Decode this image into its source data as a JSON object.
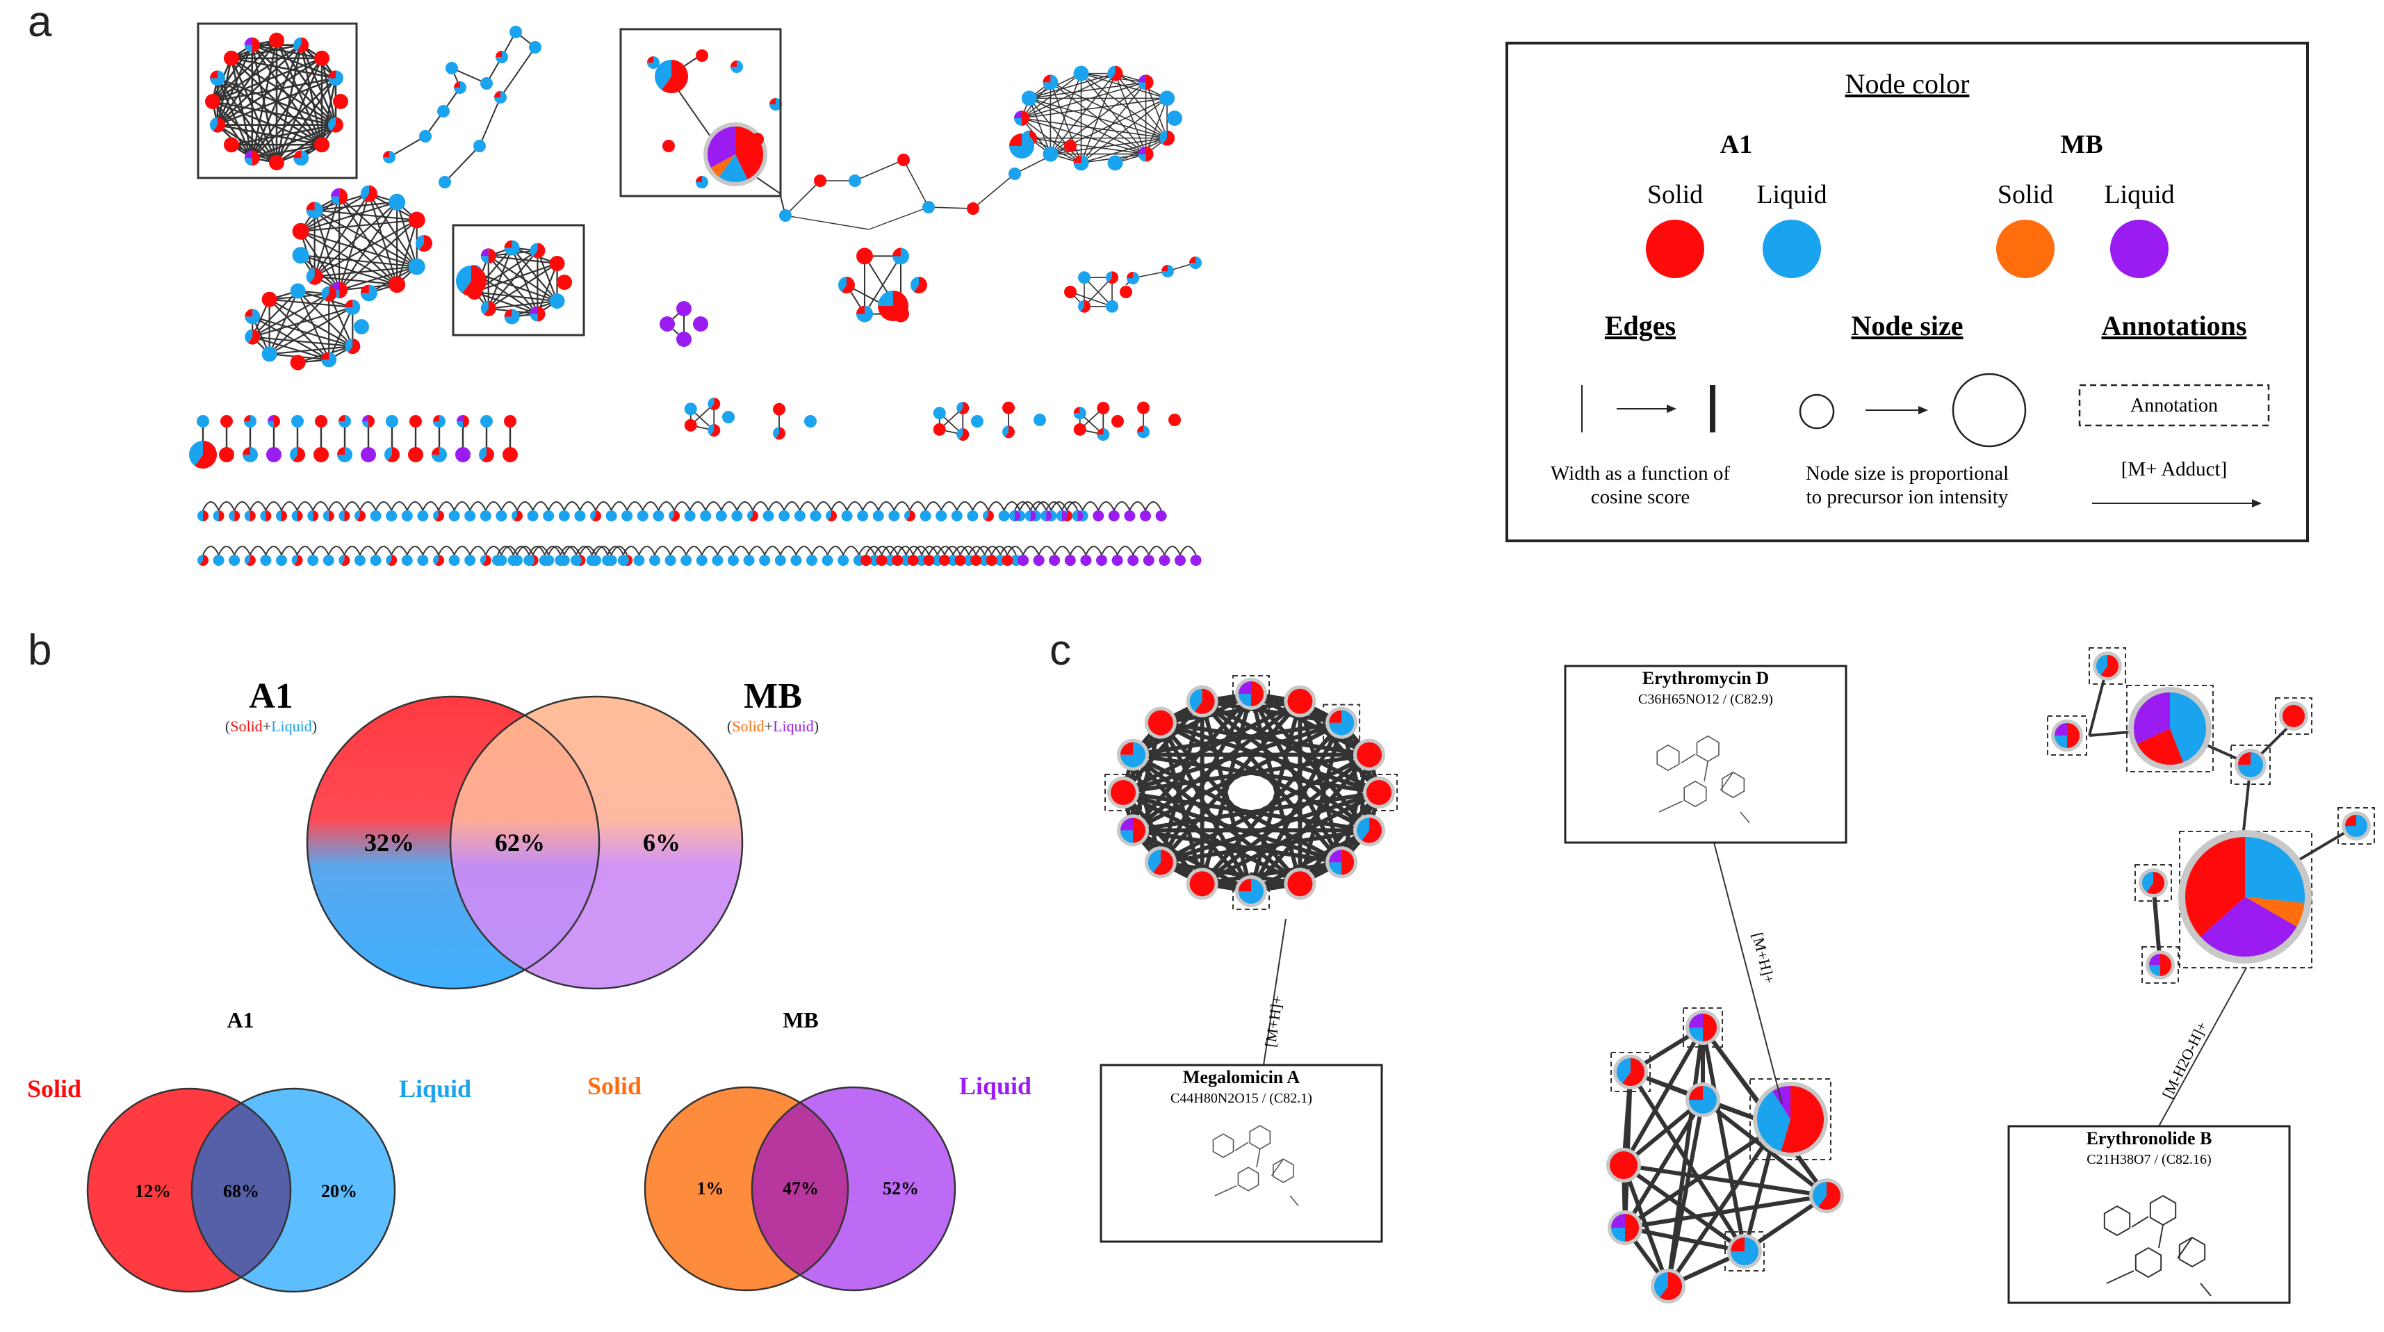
{
  "panels": {
    "a": "a",
    "b": "b",
    "c": "c"
  },
  "colors": {
    "a1_solid": "#ff0a0a",
    "a1_liquid": "#1aa3ee",
    "mb_solid": "#ff6d0c",
    "mb_liquid": "#9a1cf0",
    "edge": "#333333",
    "box": "#333333"
  },
  "legend": {
    "node_color_title": "Node color",
    "group_a1": "A1",
    "group_mb": "MB",
    "solid": "Solid",
    "liquid": "Liquid",
    "edges_title": "Edges",
    "node_size_title": "Node size",
    "annotations_title": "Annotations",
    "edges_caption_1": "Width as a function of",
    "edges_caption_2": "cosine score",
    "size_caption_1": "Node size is proportional",
    "size_caption_2": "to precursor ion intensity",
    "annotation_box_label": "Annotation",
    "adduct_label": "[M+ Adduct]"
  },
  "venn": {
    "top": {
      "left_title": "A1",
      "left_sub_solid": "Solid",
      "left_sub_plus": "+",
      "left_sub_liquid": "Liquid",
      "right_title": "MB",
      "right_sub_solid": "Solid",
      "right_sub_plus": "+",
      "right_sub_liquid": "Liquid",
      "left_only": "32%",
      "overlap": "62%",
      "right_only": "6%"
    },
    "a1": {
      "title": "A1",
      "left_label": "Solid",
      "right_label": "Liquid",
      "left_only": "12%",
      "overlap": "68%",
      "right_only": "20%"
    },
    "mb": {
      "title": "MB",
      "left_label": "Solid",
      "right_label": "Liquid",
      "left_only": "1%",
      "overlap": "47%",
      "right_only": "52%"
    }
  },
  "annotations": {
    "megalomicin": {
      "name": "Megalomicin A",
      "formula": "C44H80N2O15 / (C82.1)",
      "adduct": "[M+H]+"
    },
    "erythromycin": {
      "name": "Erythromycin D",
      "formula": "C36H65NO12 / (C82.9)",
      "adduct": "[M+H]+"
    },
    "erythronolide": {
      "name": "Erythronolide B",
      "formula": "C21H38O7 / (C82.16)",
      "adduct": "[M-H2O-H]+"
    }
  }
}
